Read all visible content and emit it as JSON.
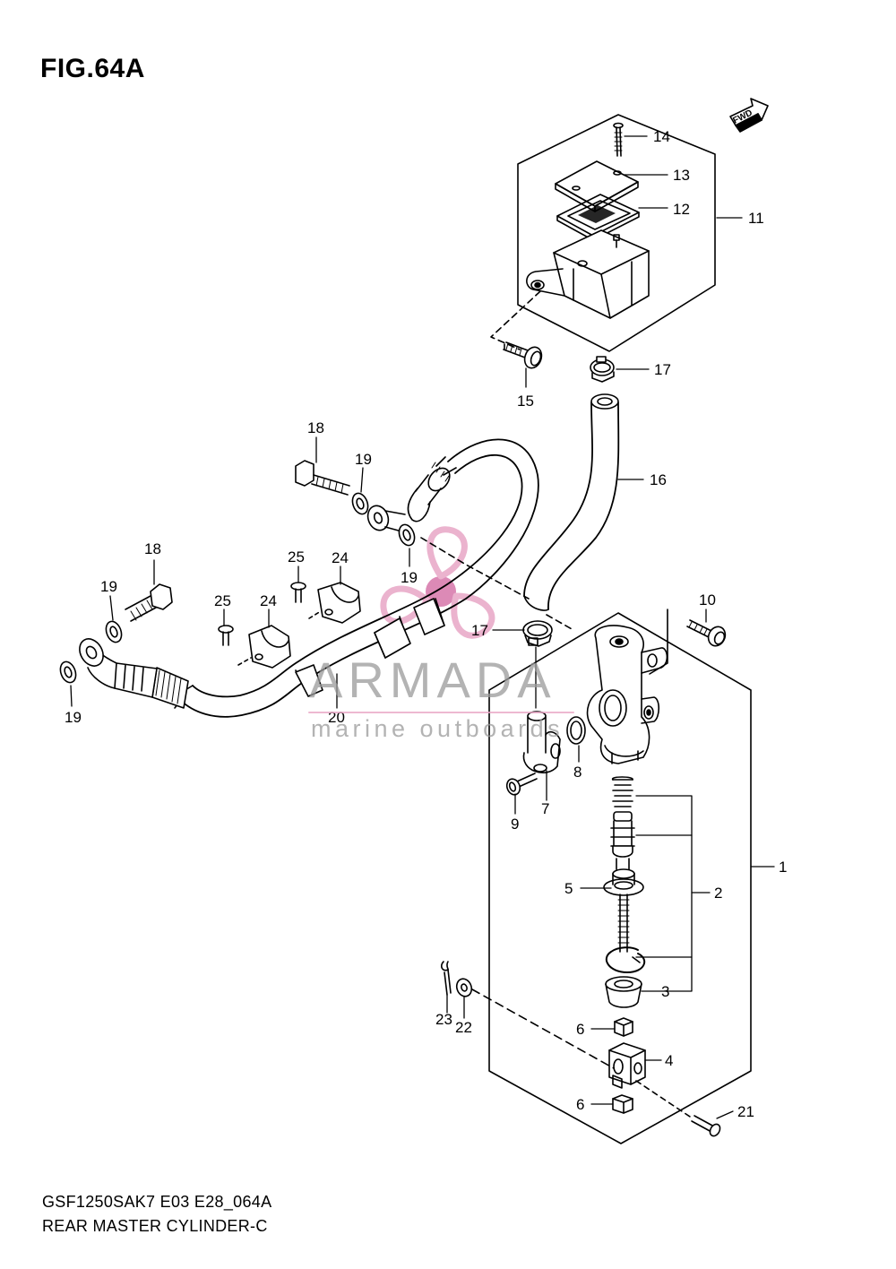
{
  "figure": {
    "title": "FIG.64A",
    "model_code": "GSF1250SAK7 E03 E28_064A",
    "name": "REAR MASTER CYLINDER-C",
    "direction_marker": "FWD"
  },
  "watermark": {
    "brand": "ARMADA",
    "tagline": "marine outboards",
    "colors": {
      "logo": "#e8a6c6",
      "logo_core": "#d676aa",
      "text": "#9a9a9a"
    }
  },
  "callouts": [
    {
      "id": "1",
      "text": "1"
    },
    {
      "id": "2",
      "text": "2"
    },
    {
      "id": "3",
      "text": "3"
    },
    {
      "id": "4",
      "text": "4"
    },
    {
      "id": "5",
      "text": "5"
    },
    {
      "id": "6a",
      "text": "6"
    },
    {
      "id": "6b",
      "text": "6"
    },
    {
      "id": "7",
      "text": "7"
    },
    {
      "id": "8",
      "text": "8"
    },
    {
      "id": "9",
      "text": "9"
    },
    {
      "id": "10",
      "text": "10"
    },
    {
      "id": "11",
      "text": "11"
    },
    {
      "id": "12",
      "text": "12"
    },
    {
      "id": "13",
      "text": "13"
    },
    {
      "id": "14",
      "text": "14"
    },
    {
      "id": "15",
      "text": "15"
    },
    {
      "id": "16",
      "text": "16"
    },
    {
      "id": "17a",
      "text": "17"
    },
    {
      "id": "17b",
      "text": "17"
    },
    {
      "id": "18a",
      "text": "18"
    },
    {
      "id": "18b",
      "text": "18"
    },
    {
      "id": "19a",
      "text": "19"
    },
    {
      "id": "19b",
      "text": "19"
    },
    {
      "id": "19c",
      "text": "19"
    },
    {
      "id": "19d",
      "text": "19"
    },
    {
      "id": "20",
      "text": "20"
    },
    {
      "id": "21",
      "text": "21"
    },
    {
      "id": "22",
      "text": "22"
    },
    {
      "id": "23",
      "text": "23"
    },
    {
      "id": "24a",
      "text": "24"
    },
    {
      "id": "24b",
      "text": "24"
    },
    {
      "id": "25a",
      "text": "25"
    },
    {
      "id": "25b",
      "text": "25"
    }
  ]
}
